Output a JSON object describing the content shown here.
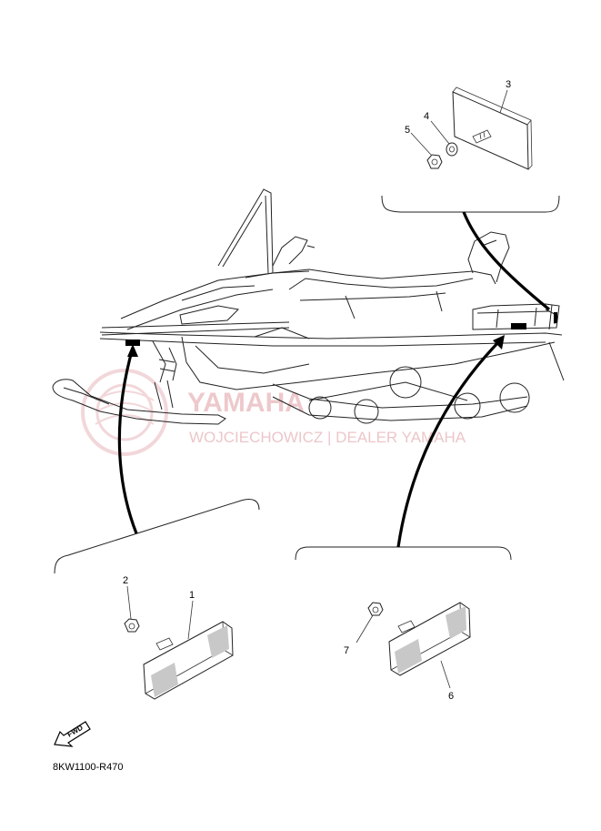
{
  "diagram": {
    "callouts": [
      "1",
      "2",
      "3",
      "4",
      "5",
      "6",
      "7"
    ],
    "fwd_label": "FWD",
    "code": "8KW1100-R470"
  },
  "watermark": {
    "brand": "YAMAHA",
    "dealer": "WOJCIECHOWICZ | DEALER YAMAHA"
  },
  "colors": {
    "line": "#222222",
    "watermark": "#e8b8bc"
  }
}
